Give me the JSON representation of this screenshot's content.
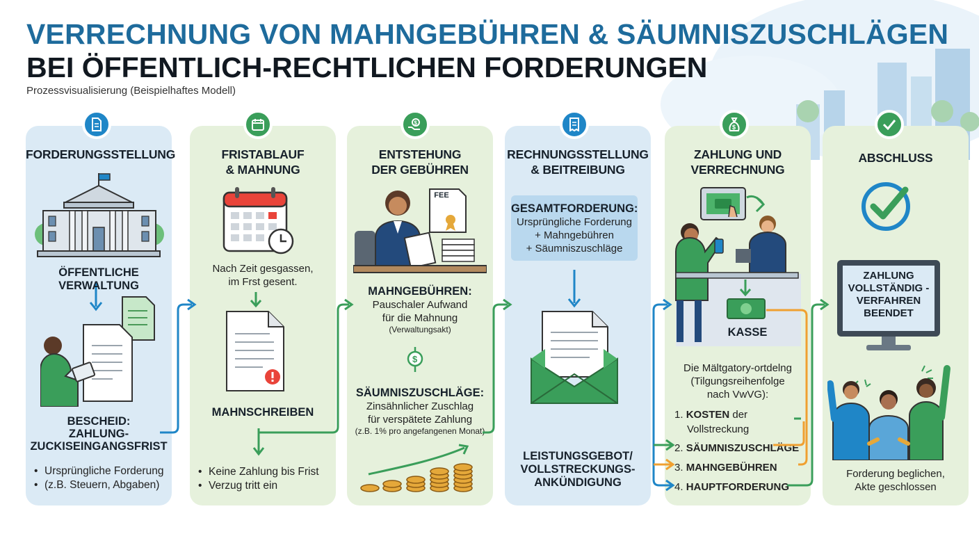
{
  "header": {
    "title_line1": "VERRECHNUNG VON MAHNGEBÜHREN & SÄUMNISZUSCHLÄGEN",
    "title_line2": "BEI ÖFFENTLICH-RECHTLICHEN FORDERUNGEN",
    "subtitle": "Prozessvisualisierung (Beispielhaftes Modell)"
  },
  "colors": {
    "blue_accent": "#1e6b9c",
    "card_blue": "#dbeaf5",
    "card_green": "#e6f1dc",
    "arrow_blue": "#1f86c7",
    "arrow_green": "#3a9e5a",
    "arrow_orange": "#f0a030"
  },
  "steps": [
    {
      "heading": "FORDERUNGSSTELLUNG",
      "icon": "document-icon",
      "label": "ÖFFENTLICHE VERWALTUNG",
      "result_line1": "BESCHEID:",
      "result_line2": "ZAHLUNG-",
      "result_line3": "ZUCKISEINGANGSFRIST",
      "bullets": [
        "Ursprüngliche Forderung",
        "(z.B. Steuern, Abgaben)"
      ]
    },
    {
      "heading_line1": "FRISTABLAUF",
      "heading_line2": "& MAHNUNG",
      "icon": "calendar-icon",
      "note_line1": "Nach Zeit gesgassen,",
      "note_line2": "im Frst gesent.",
      "label": "MAHNSCHREIBEN",
      "bullets": [
        "Keine Zahlung bis Frist",
        "Verzug tritt ein"
      ]
    },
    {
      "heading_line1": "ENTSTEHUNG",
      "heading_line2": "DER GEBÜHREN",
      "icon": "money-hand-icon",
      "fee_tag": "FEE",
      "fee1_title": "MAHNGEBÜHREN:",
      "fee1_line1": "Pauschaler Aufwand",
      "fee1_line2": "für die Mahnung",
      "fee1_note": "(Verwaltungsakt)",
      "fee2_title": "SÄUMNISZUSCHLÄGE:",
      "fee2_line1": "Zinsähnlicher Zuschlag",
      "fee2_line2": "für verspätete Zahlung",
      "fee2_note": "(z.B. 1% pro angefangenen Monat)"
    },
    {
      "heading_line1": "RECHNUNGSSTELLUNG",
      "heading_line2": "& BEITREIBUNG",
      "icon": "invoice-icon",
      "total_title": "GESAMTFORDERUNG:",
      "total_line1": "Ursprüngliche Forderung",
      "total_line2": "+ Mahngebühren",
      "total_line3": "+ Säumniszuschläge",
      "label_line1": "LEISTUNGSGEBOT/",
      "label_line2": "VOLLSTRECKUNGS-",
      "label_line3": "ANKÜNDIGUNG"
    },
    {
      "heading_line1": "ZAHLUNG UND",
      "heading_line2": "VERRECHNUNG",
      "icon": "money-bag-icon",
      "kasse": "KASSE",
      "order_line1": "Die Mältgatory-ortdelng",
      "order_line2": "(Tilgungsreihenfolge",
      "order_line3": "nach VwVG):",
      "order": [
        {
          "num": "1.",
          "bold": "KOSTEN",
          "rest": " der"
        },
        {
          "num": "",
          "bold": "",
          "rest": "Vollstreckung"
        },
        {
          "num": "2.",
          "bold": "SÄUMNISZUSCHLÄGE",
          "rest": ""
        },
        {
          "num": "3.",
          "bold": "MAHNGEBÜHREN",
          "rest": ""
        },
        {
          "num": "4.",
          "bold": "HAUPTFORDERUNG",
          "rest": ""
        }
      ]
    },
    {
      "heading": "ABSCHLUSS",
      "icon": "check-icon",
      "screen_line1": "ZAHLUNG",
      "screen_line2": "VOLLSTÄNDIG -",
      "screen_line3": "VERFAHREN",
      "screen_line4": "BEENDET",
      "footer_line1": "Forderung beglichen,",
      "footer_line2": "Akte geschlossen"
    }
  ]
}
